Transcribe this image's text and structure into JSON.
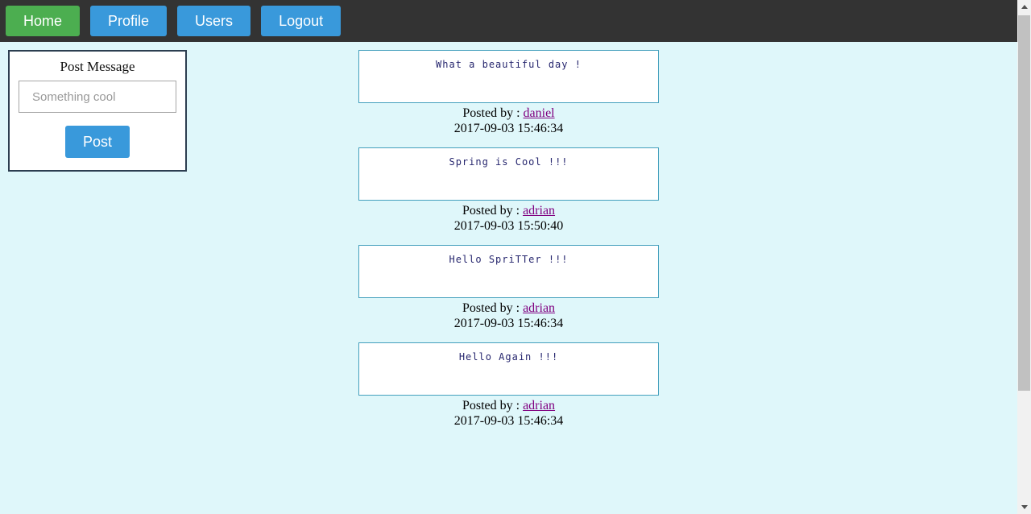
{
  "colors": {
    "navbar_bg": "#333333",
    "active_nav_green": "#4cae50",
    "accent_blue": "#3999db",
    "page_bg": "#dff7fa",
    "panel_border": "#2c3e50",
    "post_box_border": "#44a0bd",
    "post_text": "#26266e",
    "link_purple": "#800080"
  },
  "navbar": {
    "items": [
      {
        "label": "Home",
        "active": true
      },
      {
        "label": "Profile",
        "active": false
      },
      {
        "label": "Users",
        "active": false
      },
      {
        "label": "Logout",
        "active": false
      }
    ]
  },
  "post_form": {
    "title": "Post Message",
    "input_placeholder": "Something cool",
    "input_value": "",
    "submit_label": "Post"
  },
  "labels": {
    "posted_by": "Posted by :"
  },
  "posts": [
    {
      "message": "What a beautiful day !",
      "author": "daniel",
      "timestamp": "2017-09-03 15:46:34"
    },
    {
      "message": "Spring is Cool !!!",
      "author": "adrian",
      "timestamp": "2017-09-03 15:50:40"
    },
    {
      "message": "Hello SpriTTer !!!",
      "author": "adrian",
      "timestamp": "2017-09-03 15:46:34"
    },
    {
      "message": "Hello Again !!!",
      "author": "adrian",
      "timestamp": "2017-09-03 15:46:34"
    }
  ],
  "scrollbar": {
    "up_arrow": "scroll-up",
    "down_arrow": "scroll-down"
  }
}
